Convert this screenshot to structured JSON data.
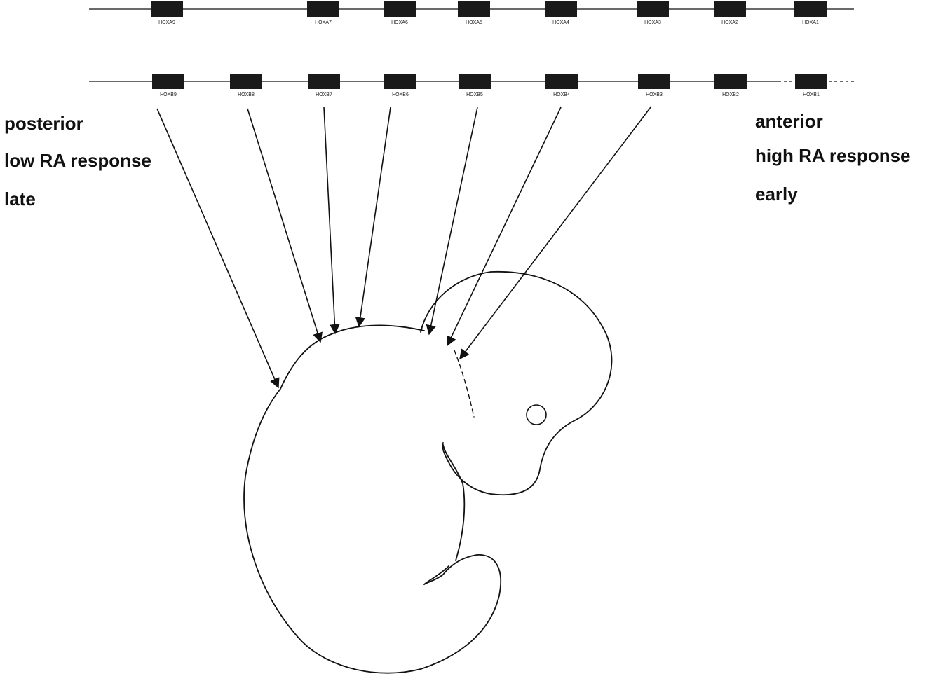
{
  "hoxa_cluster": {
    "genes": [
      "HOXA9",
      "HOXA7",
      "HOXA6",
      "HOXA5",
      "HOXA4",
      "HOXA3",
      "HOXA2",
      "HOXA1"
    ]
  },
  "hoxb_cluster": {
    "genes": [
      "HOXB9",
      "HOXB8",
      "HOXB7",
      "HOXB6",
      "HOXB5",
      "HOXB4",
      "HOXB3",
      "HOXB2",
      "HOXB1"
    ]
  },
  "left_labels": {
    "line1": "posterior",
    "line2": "low RA response",
    "line3": "late"
  },
  "right_labels": {
    "line1": "anterior",
    "line2": "high RA response",
    "line3": "early"
  },
  "colors": {
    "gene_box": "#1a1a1a",
    "line": "#111111"
  }
}
